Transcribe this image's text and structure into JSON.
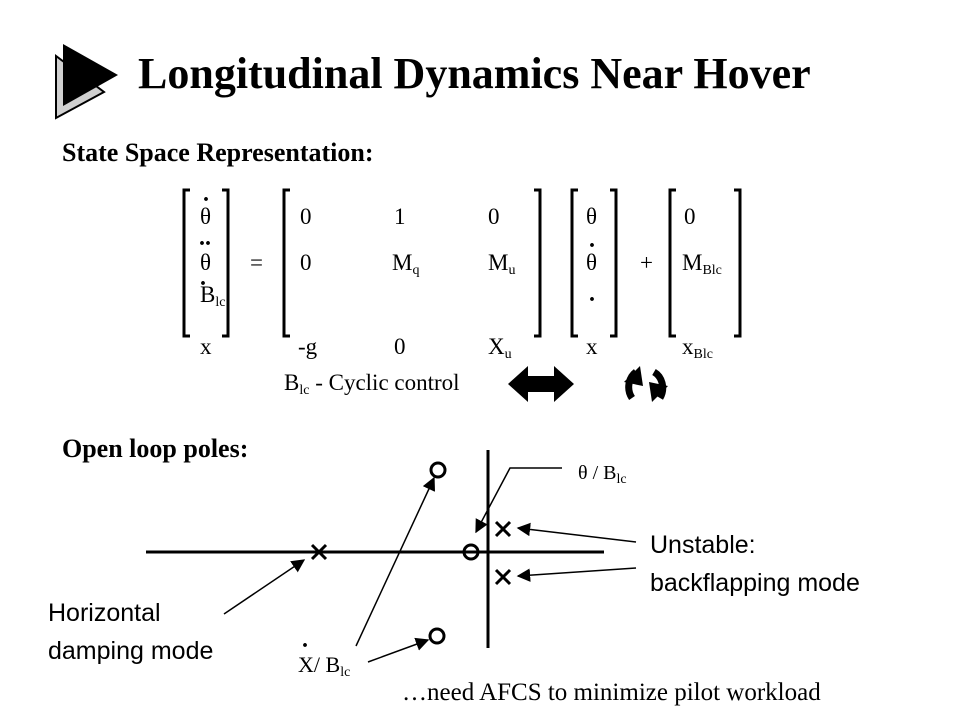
{
  "slide": {
    "title": "Longitudinal Dynamics Near Hover",
    "section_state_space": "State Space Representation:",
    "section_poles": "Open loop poles:",
    "footer": "…need AFCS to minimize pilot workload"
  },
  "state_vector": {
    "row1": "θ",
    "row2": "θ",
    "row3_main": "B",
    "row3_sub": "lc",
    "row4": "x"
  },
  "equals": "=",
  "plus": "+",
  "a_matrix": {
    "r1": [
      "0",
      "1",
      "0"
    ],
    "r2": [
      "0",
      "M",
      "M"
    ],
    "r2_subs": [
      "q",
      "u"
    ],
    "r4": [
      "-g",
      "0",
      "X"
    ],
    "r4_sub": "u"
  },
  "x_vector": [
    "θ",
    "θ",
    "x"
  ],
  "b_vector": {
    "r1": "0",
    "r2_main": "M",
    "r2_sub": "Blc",
    "r4_main": "x",
    "r4_sub": "Blc"
  },
  "control_note": {
    "main": "B",
    "sub": "lc",
    "rest": " - Cyclic control"
  },
  "root_locus": {
    "theta_label_main": "θ / B",
    "theta_label_sub": "lc",
    "xdot_label_main": "X/ B",
    "xdot_label_sub": "lc",
    "unstable_line1": "Unstable:",
    "unstable_line2": "backflapping mode",
    "horizontal_line1": "Horizontal",
    "horizontal_line2": "damping mode"
  }
}
